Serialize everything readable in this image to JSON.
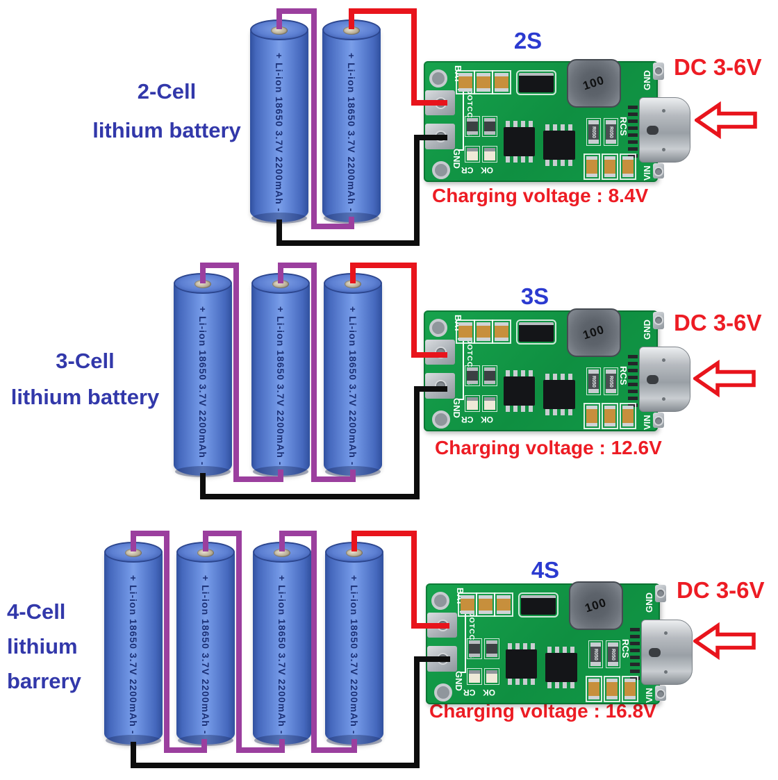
{
  "battery": {
    "label": "+ Li-ion 18650 3.7V 2200mAh -"
  },
  "pcb": {
    "silkscreen": {
      "bat": "BAT",
      "terminal_block": "DOTCCRUB",
      "gnd_left": "GND",
      "gnd_top": "GND",
      "cr": "CR",
      "ok": "OK",
      "rcs": "RCS",
      "vin": "VIN",
      "inductor_marking": "100",
      "sense_resistor": "R050"
    }
  },
  "sections": [
    {
      "group_label_lines": [
        "2-Cell",
        "lithium battery"
      ],
      "battery_count": 2,
      "module_tag": "2S",
      "dc_input_label": "DC 3-6V",
      "charging_label": "Charging voltage : 8.4V"
    },
    {
      "group_label_lines": [
        "3-Cell",
        "lithium battery"
      ],
      "battery_count": 3,
      "module_tag": "3S",
      "dc_input_label": "DC 3-6V",
      "charging_label": "Charging voltage : 12.6V"
    },
    {
      "group_label_lines": [
        "4-Cell",
        "lithium",
        "barrery"
      ],
      "battery_count": 4,
      "module_tag": "4S",
      "dc_input_label": "DC 3-6V",
      "charging_label": "Charging voltage : 16.8V"
    }
  ],
  "colors": {
    "group_label_blue": "#3238aa",
    "module_tag_blue": "#2b3ad0",
    "annotation_red": "#ed1c24",
    "wire_purple": "#9b3f9e",
    "wire_red": "#e8141c",
    "wire_black": "#0d0d0d",
    "pcb_green": "#129947",
    "battery_blue": "#4a6fc8"
  }
}
